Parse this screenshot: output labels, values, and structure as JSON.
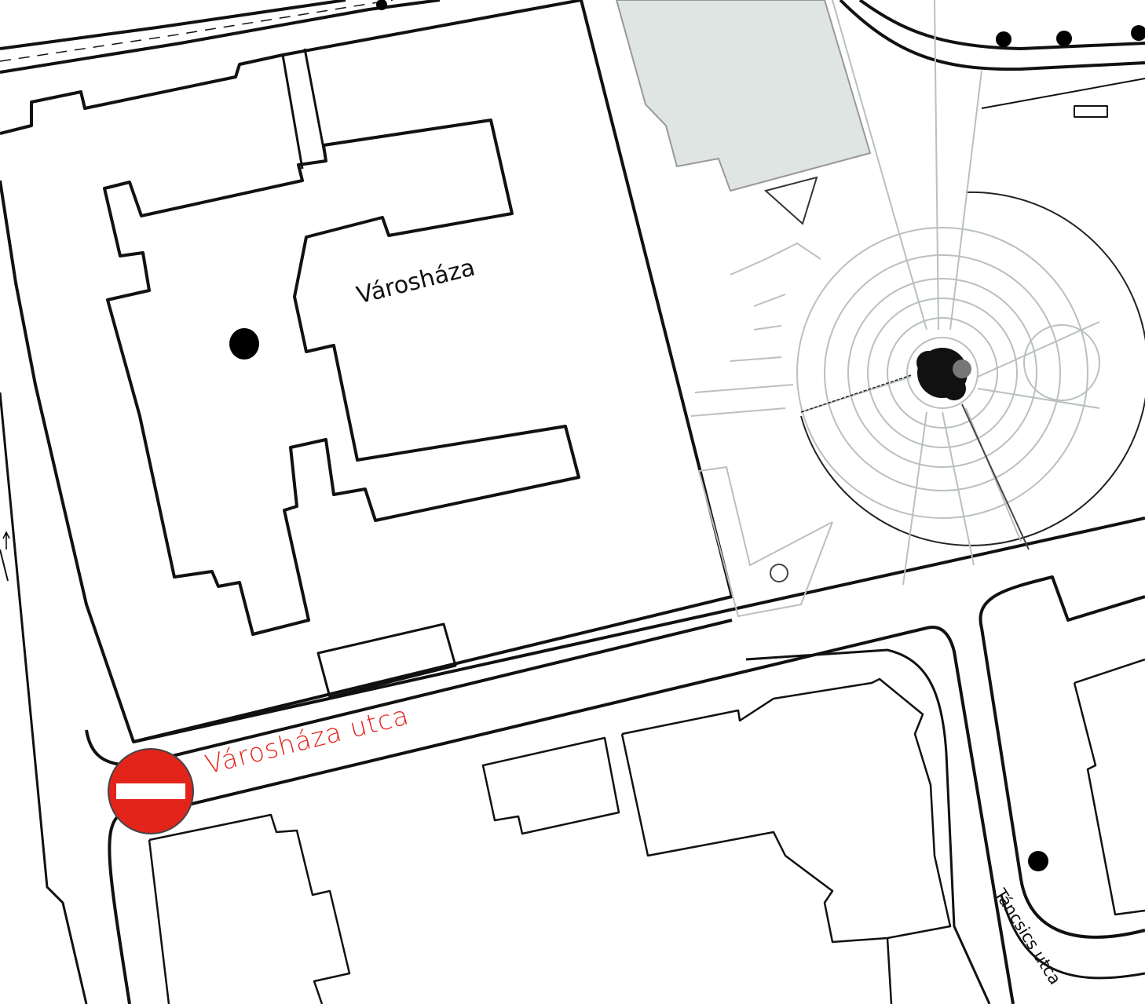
{
  "map": {
    "building_label": "Városháza",
    "streets": [
      {
        "name": "Városháza utca",
        "color": "#e3241b"
      },
      {
        "name": "Táncsics utca"
      }
    ],
    "sign": {
      "type": "no-entry",
      "color": "#e3241b"
    },
    "colors": {
      "building_fill": "#dfe5e2",
      "plaza_lines": "#b9c0bd",
      "outline": "#111111"
    }
  }
}
